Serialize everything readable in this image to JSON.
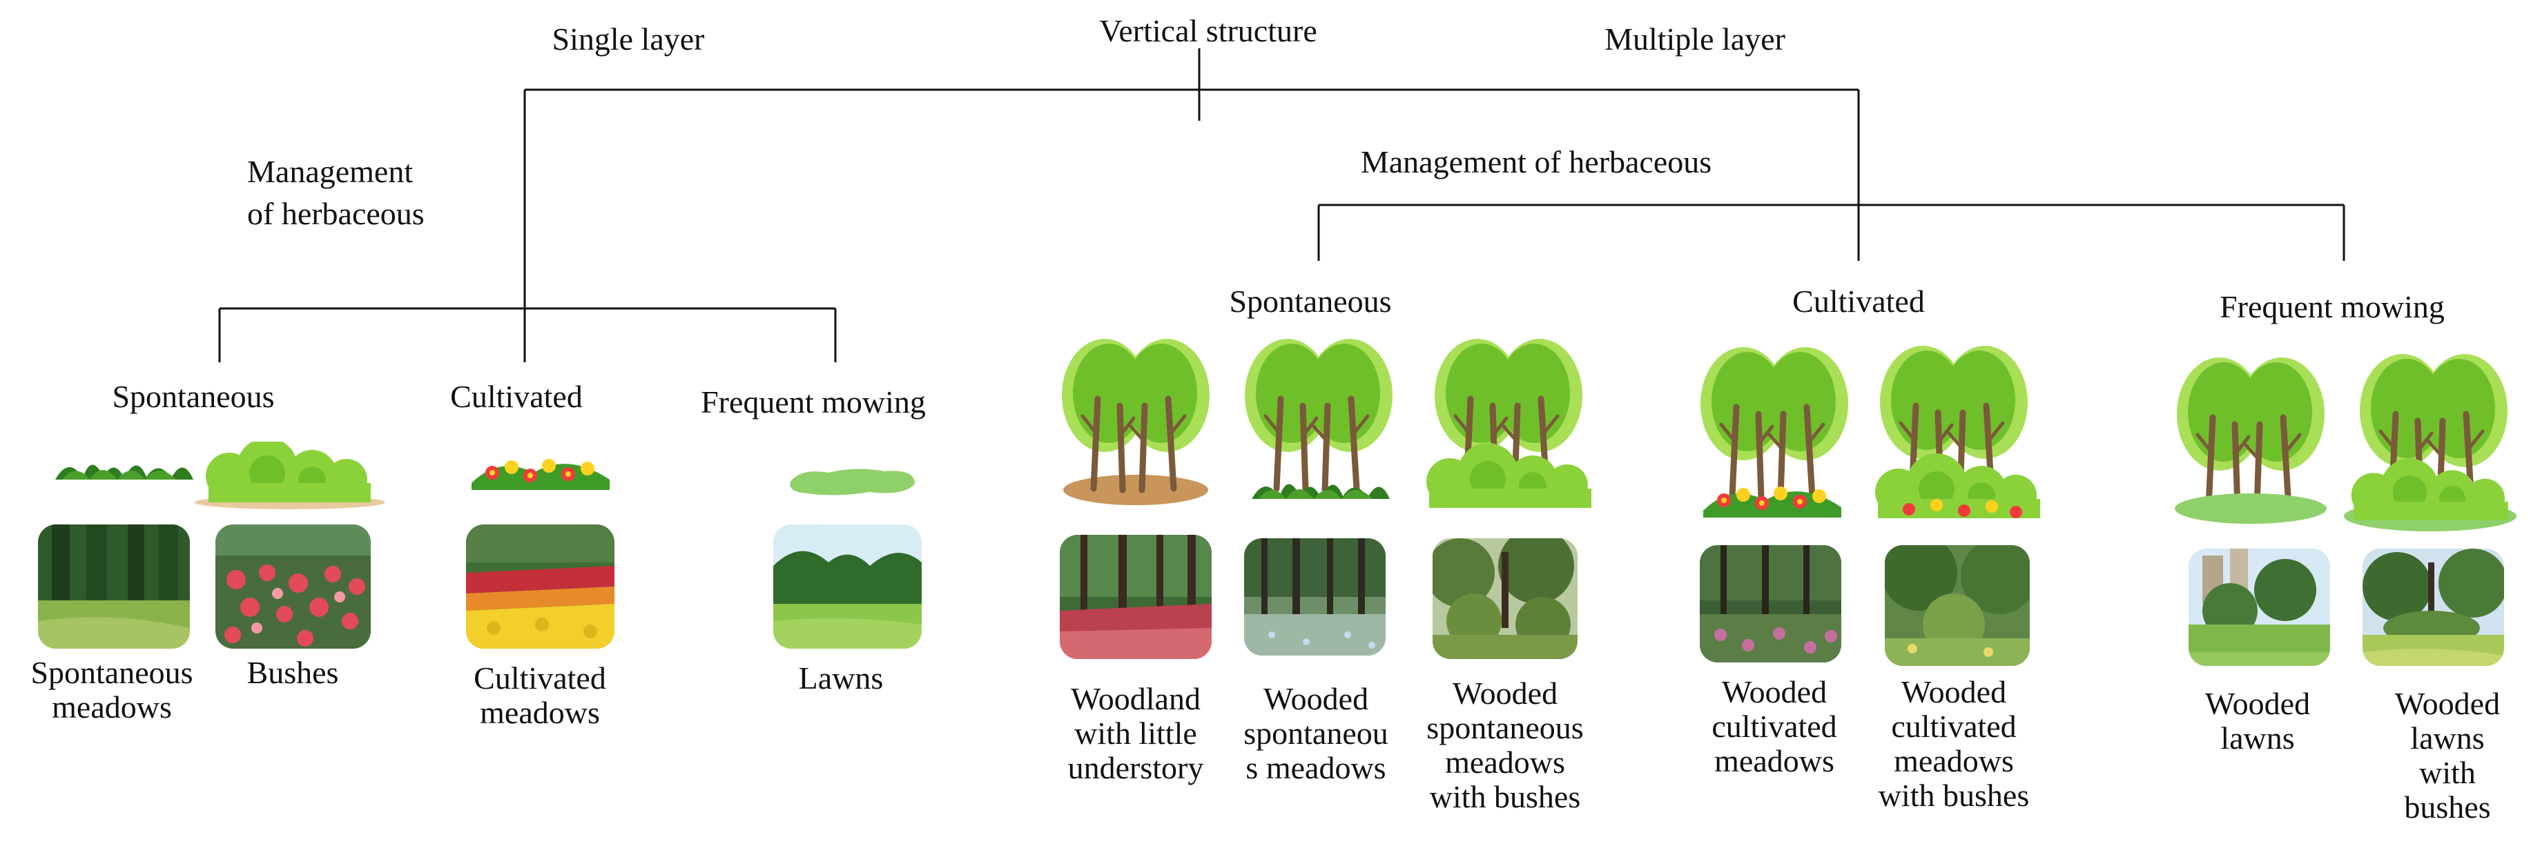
{
  "diagram": {
    "root_label": "Vertical structure",
    "branches": {
      "single_layer": "Single layer",
      "multiple_layer": "Multiple layer"
    },
    "single_management_label_lines": [
      "Management",
      "of herbaceous"
    ],
    "multiple_management_label": "Management of herbaceous",
    "single_categories": {
      "spontaneous": "Spontaneous",
      "cultivated": "Cultivated",
      "frequent_mowing": "Frequent mowing"
    },
    "multiple_categories": {
      "spontaneous": "Spontaneous",
      "cultivated": "Cultivated",
      "frequent_mowing": "Frequent mowing"
    },
    "landscape_types": [
      {
        "lines": [
          "Spontaneous",
          "meadows"
        ],
        "photo": "tall-trees-grass-photo"
      },
      {
        "lines": [
          "Bushes"
        ],
        "photo": "red-flowering-shrubs-photo"
      },
      {
        "lines": [
          "Cultivated",
          "meadows"
        ],
        "photo": "yellow-red-flower-beds-photo"
      },
      {
        "lines": [
          "Lawns"
        ],
        "photo": "open-lawn-photo"
      },
      {
        "lines": [
          "Woodland",
          "with little",
          "understory"
        ],
        "photo": "woodland-red-groundcover-photo"
      },
      {
        "lines": [
          "Wooded",
          "spontaneou",
          "s meadows"
        ],
        "photo": "wooded-meadow-photo"
      },
      {
        "lines": [
          "Wooded",
          "spontaneous",
          "meadows",
          "with bushes"
        ],
        "photo": "wooded-bushes-photo"
      },
      {
        "lines": [
          "Wooded",
          "cultivated",
          "meadows"
        ],
        "photo": "wooded-cultivated-photo"
      },
      {
        "lines": [
          "Wooded",
          "cultivated",
          "meadows",
          "with bushes"
        ],
        "photo": "wooded-cultivated-bushes-photo"
      },
      {
        "lines": [
          "Wooded",
          "lawns"
        ],
        "photo": "wooded-lawn-photo"
      },
      {
        "lines": [
          "Wooded",
          "lawns",
          "with",
          "bushes"
        ],
        "photo": "wooded-lawn-bushes-photo"
      }
    ],
    "colors": {
      "line": "#111111",
      "grass_dark": "#2e7d1f",
      "grass_light": "#7cc142",
      "bush": "#8bd13a",
      "tree_canopy": "#7ccc2c",
      "trunk": "#7a5a3a",
      "lawn": "#8ed06a"
    }
  }
}
